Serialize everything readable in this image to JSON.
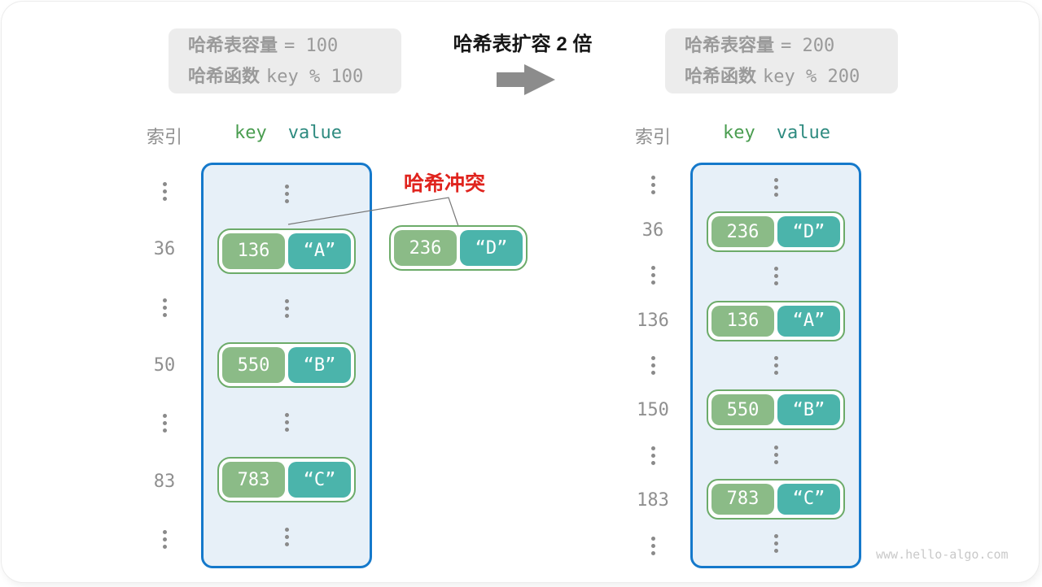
{
  "boxes": {
    "left": {
      "line1_label": "哈希表容量",
      "line1_code": "= 100",
      "line2_label": "哈希函数",
      "line2_code": "key % 100"
    },
    "right": {
      "line1_label": "哈希表容量",
      "line1_code": "= 200",
      "line2_label": "哈希函数",
      "line2_code": "key % 200"
    }
  },
  "transition": {
    "title": "哈希表扩容 2 倍",
    "arrow_icon": "right-block-arrow"
  },
  "collision": {
    "label": "哈希冲突",
    "entry": {
      "key": "236",
      "value": "“D”"
    }
  },
  "tables": {
    "left": {
      "index_header": "索引",
      "key_header": "key",
      "value_header": "value",
      "rows": [
        {
          "type": "dots"
        },
        {
          "type": "entry",
          "index": "36",
          "key": "136",
          "value": "“A”"
        },
        {
          "type": "dots"
        },
        {
          "type": "entry",
          "index": "50",
          "key": "550",
          "value": "“B”"
        },
        {
          "type": "dots"
        },
        {
          "type": "entry",
          "index": "83",
          "key": "783",
          "value": "“C”"
        },
        {
          "type": "dots"
        }
      ]
    },
    "right": {
      "index_header": "索引",
      "key_header": "key",
      "value_header": "value",
      "rows": [
        {
          "type": "dots"
        },
        {
          "type": "entry",
          "index": "36",
          "key": "236",
          "value": "“D”"
        },
        {
          "type": "dots"
        },
        {
          "type": "entry",
          "index": "136",
          "key": "136",
          "value": "“A”"
        },
        {
          "type": "dots"
        },
        {
          "type": "entry",
          "index": "150",
          "key": "550",
          "value": "“B”"
        },
        {
          "type": "dots"
        },
        {
          "type": "entry",
          "index": "183",
          "key": "783",
          "value": "“C”"
        },
        {
          "type": "dots"
        }
      ]
    }
  },
  "watermark": "www.hello-algo.com",
  "colors": {
    "container_border": "#1579cb",
    "container_bg": "#e7f0f8",
    "pair_border": "#6cab69",
    "key_bg": "#8bbb87",
    "value_bg": "#4bb4ab",
    "collision_red": "#e0241e",
    "key_header_green": "#4a9d50",
    "value_header_teal": "#2e8b80"
  }
}
